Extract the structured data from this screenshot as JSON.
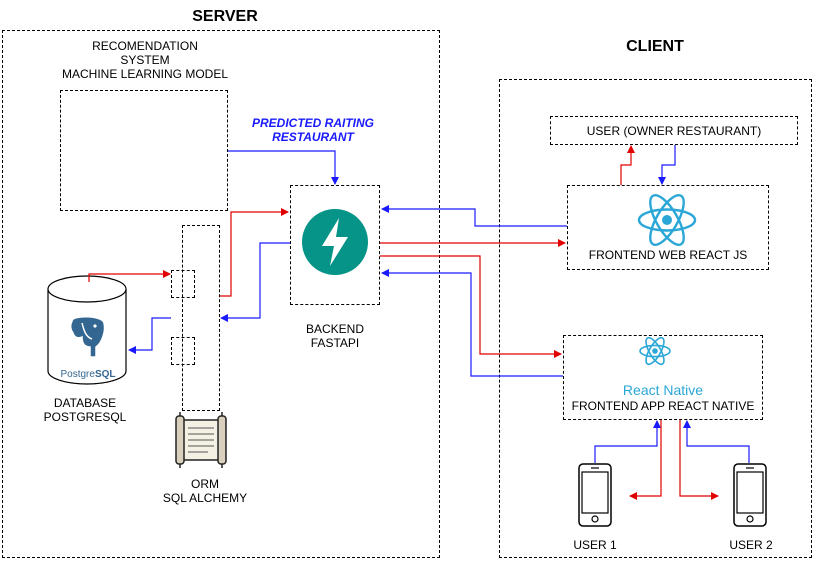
{
  "server": {
    "title": "SERVER",
    "ml_model": {
      "line1": "RECOMENDATION",
      "line2": "SYSTEM",
      "line3": "MACHINE LEARNING MODEL"
    },
    "predicted_label": {
      "line1": "PREDICTED RAITING",
      "line2": "RESTAURANT"
    },
    "backend": {
      "line1": "BACKEND",
      "line2": "FASTAPI"
    },
    "database": {
      "line1": "DATABASE",
      "line2": "POSTGRESQL",
      "logo_text_a": "Postgre",
      "logo_text_b": "SQL"
    },
    "orm": {
      "line1": "ORM",
      "line2": "SQL ALCHEMY"
    }
  },
  "client": {
    "title": "CLIENT",
    "owner": "USER (OWNER RESTAURANT)",
    "web": "FRONTEND WEB REACT JS",
    "app": {
      "logo_text": "React Native",
      "label": "FRONTEND APP REACT NATIVE"
    },
    "user1": "USER 1",
    "user2": "USER 2"
  },
  "colors": {
    "request": "#e00000",
    "response": "#1a1aff",
    "fastapi": "#059487",
    "react": "#2aa7d6",
    "postgres_blue": "#336791",
    "predicted_text": "#1a1aff"
  }
}
